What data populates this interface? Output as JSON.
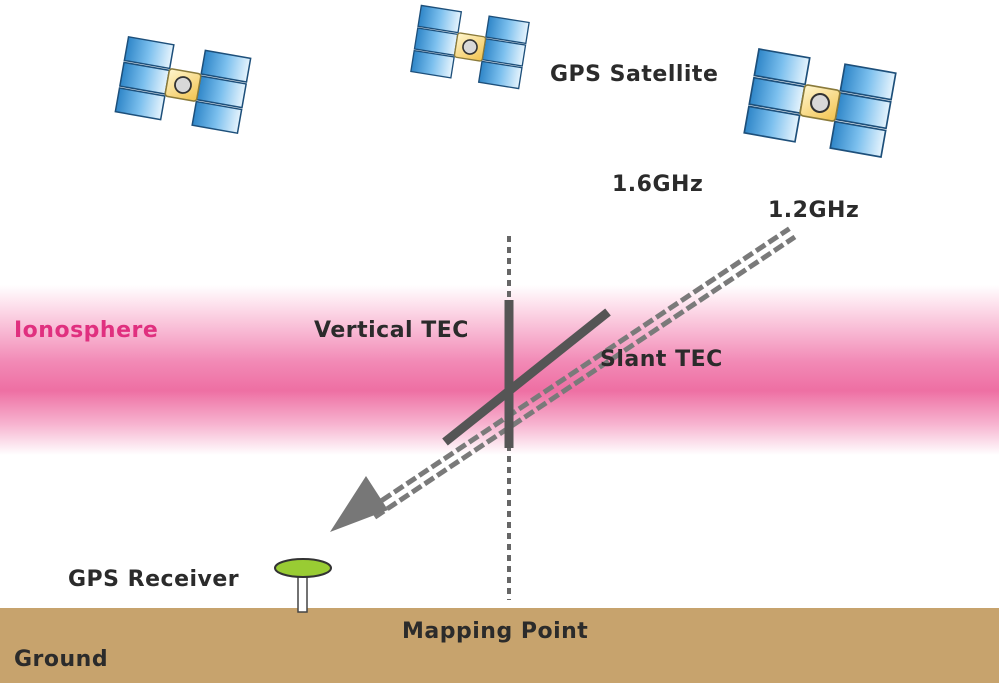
{
  "labels": {
    "gps_satellite": "GPS Satellite",
    "freq_high": "1.6GHz",
    "freq_low": "1.2GHz",
    "ionosphere": "Ionosphere",
    "vertical_tec": "Vertical TEC",
    "slant_tec": "Slant TEC",
    "gps_receiver": "GPS Receiver",
    "mapping_point": "Mapping Point",
    "ground": "Ground"
  },
  "colors": {
    "ionosphere_core": "#ee6fa3",
    "ionosphere_label": "#e0307f",
    "ground": "#c7a36d",
    "signal": "#6f6f6f",
    "tec_bar": "#555555",
    "panel_blue": "#5aa6dc",
    "satellite_body": "#ffe08a",
    "receiver_dish": "#99cc33"
  },
  "icons": [
    "satellite-icon",
    "gps-receiver-icon"
  ]
}
